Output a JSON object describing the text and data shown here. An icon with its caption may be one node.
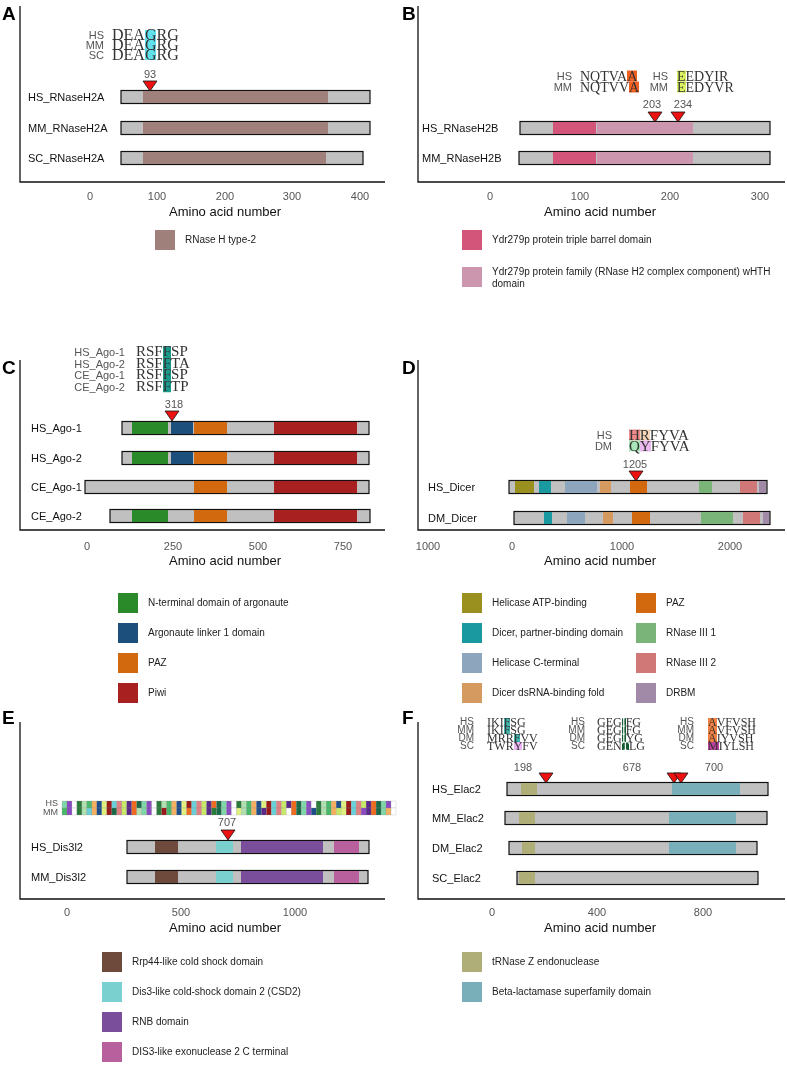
{
  "diagram": {
    "labels": [
      "A",
      "HS",
      "DEAGRG",
      "MM",
      "DEAGRG",
      "SC",
      "DEAGRG",
      "93",
      "HS_RNaseH2A",
      "MM_RNaseH2A",
      "SC_RNaseH2A",
      "0",
      "100",
      "200",
      "300",
      "400",
      "Amino acid number",
      "B",
      "HS",
      "NQTVAA",
      "HS",
      "EEDYIR",
      "MM",
      "NQTVVA",
      "MM",
      "EEDYVR",
      "203",
      "234",
      "HS_RNaseH2B",
      "MM_RNaseH2B",
      "0",
      "100",
      "200",
      "300",
      "Amino acid number",
      "C",
      "HS_Ago-1",
      "RSFFSP",
      "HS_Ago-2",
      "RSFFTA",
      "CE_Ago-1",
      "RSFFSP",
      "CE_Ago-2",
      "RSFFTP",
      "318",
      "HS_Ago-1",
      "HS_Ago-2",
      "CE_Ago-1",
      "CE_Ago-2",
      "0",
      "250",
      "500",
      "750",
      "1000",
      "Amino acid number",
      "D",
      "HS",
      "HRFYVA",
      "DM",
      "QYFYVA",
      "1205",
      "HS_Dicer",
      "DM_Dicer",
      "0",
      "1000",
      "2000",
      "Amino acid number",
      "E",
      "HS",
      "MM",
      "707",
      "HS_Dis3l2",
      "MM_Dis3l2",
      "0",
      "500",
      "1000",
      "Amino acid number",
      "F",
      "HS",
      "IKIFSG",
      "MM",
      "IKIFSG",
      "DM",
      "MRRFVV",
      "SC",
      "TWRYFV",
      "HS",
      "GEGIFG",
      "MM",
      "GEGIFG",
      "DM",
      "GEGIYG",
      "SC",
      "GENTLG",
      "HS",
      "AVFVSH",
      "MM",
      "AVFVSH",
      "DM",
      "AIYVSH",
      "SC",
      "MIYLSH",
      "198",
      "678",
      "700",
      "HS_Elac2",
      "MM_Elac2",
      "DM_Elac2",
      "SC_Elac2",
      "0",
      "400",
      "800",
      "Amino acid number"
    ],
    "legend": [
      {
        "text": "RNase H type-2",
        "color": "#a0807a"
      },
      {
        "text": "Ydr279p protein triple barrel domain",
        "color": "#d4557a"
      },
      {
        "text": "Ydr279p protein family (RNase H2 complex component) wHTH domain",
        "color": "#cc97ae"
      },
      {
        "text": "N-terminal domain of argonaute",
        "color": "#2a8a2a"
      },
      {
        "text": "Argonaute linker 1 domain",
        "color": "#1c4f7c"
      },
      {
        "text": "PAZ",
        "color": "#d2690e"
      },
      {
        "text": "Piwi",
        "color": "#a82020"
      },
      {
        "text": "Helicase ATP-binding",
        "color": "#9a9020"
      },
      {
        "text": "Dicer, partner-binding domain",
        "color": "#1a9aa0"
      },
      {
        "text": "Helicase C-terminal",
        "color": "#8ea6bd"
      },
      {
        "text": "Dicer dsRNA-binding fold",
        "color": "#d49a60"
      },
      {
        "text": "PAZ",
        "color": "#d2690e"
      },
      {
        "text": "RNase III 1",
        "color": "#7ab478"
      },
      {
        "text": "RNase III 2",
        "color": "#d07878"
      },
      {
        "text": "DRBM",
        "color": "#a08aa8"
      },
      {
        "text": "Rrp44-like cold shock domain",
        "color": "#6e4a3c"
      },
      {
        "text": "Dis3-like cold-shock domain 2 (CSD2)",
        "color": "#7acfcf"
      },
      {
        "text": "RNB domain",
        "color": "#7a4e9a"
      },
      {
        "text": "DIS3-like exonuclease 2 C terminal",
        "color": "#b8609e"
      },
      {
        "text": "tRNase Z endonuclease",
        "color": "#b0ae78"
      },
      {
        "text": "Beta-lactamase superfamily domain",
        "color": "#78afb8"
      }
    ]
  }
}
